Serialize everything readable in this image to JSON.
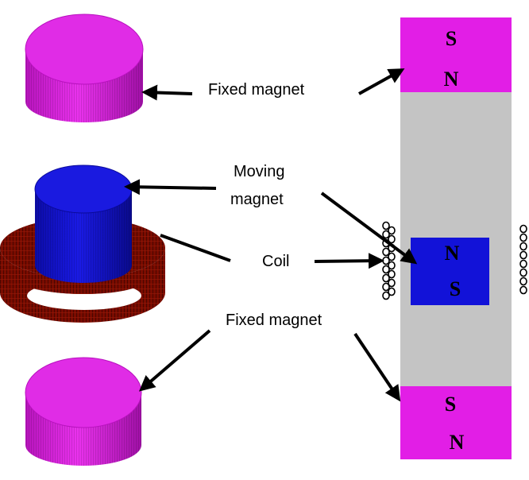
{
  "labels": {
    "fixed_magnet_top": "Fixed magnet",
    "moving_magnet_line1": "Moving",
    "moving_magnet_line2": "magnet",
    "coil": "Coil",
    "fixed_magnet_bottom": "Fixed magnet"
  },
  "poles": {
    "top_magnet": [
      "S",
      "N"
    ],
    "moving_magnet": [
      "N",
      "S"
    ],
    "bottom_magnet": [
      "S",
      "N"
    ]
  },
  "colors": {
    "fixed_magnet": "#e21ee6",
    "fixed_magnet_dark": "#a010a6",
    "moving_magnet": "#1212d8",
    "moving_magnet_dark": "#08087a",
    "coil": "#7a0c00",
    "tube": "#c4c4c4"
  }
}
